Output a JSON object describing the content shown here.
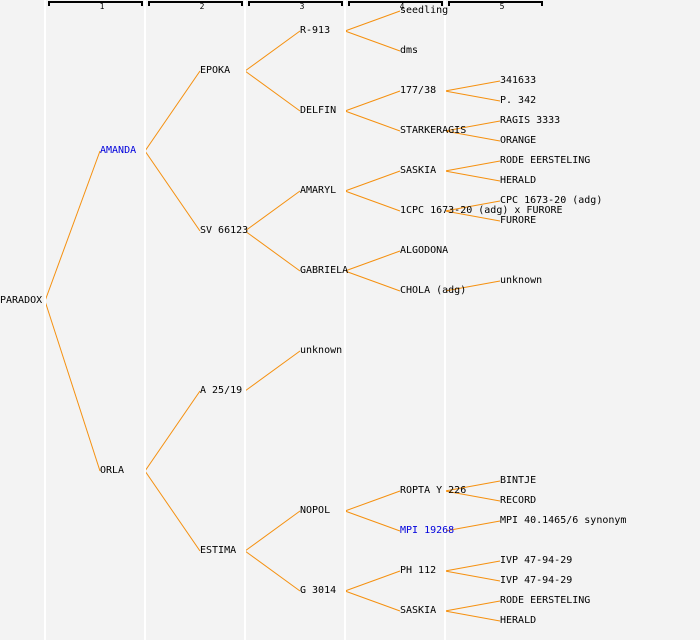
{
  "generation_headers": [
    "1",
    "2",
    "3",
    "4",
    "5"
  ],
  "line_color": "#f5900f",
  "link_color": "#0000dd",
  "root": {
    "name": "PARADOX",
    "row": 30,
    "children": [
      {
        "name": "AMANDA",
        "row": 15,
        "link": true,
        "children": [
          {
            "name": "EPOKA",
            "row": 7,
            "children": [
              {
                "name": "R-913",
                "row": 3,
                "children": [
                  {
                    "name": "seedling",
                    "row": 1
                  },
                  {
                    "name": "dms",
                    "row": 5
                  }
                ]
              },
              {
                "name": "DELFIN",
                "row": 11,
                "children": [
                  {
                    "name": "177/38",
                    "row": 9,
                    "children": [
                      {
                        "name": "341633",
                        "row": 8
                      },
                      {
                        "name": "P. 342",
                        "row": 10
                      }
                    ]
                  },
                  {
                    "name": "STARKERAGIS",
                    "row": 13,
                    "children": [
                      {
                        "name": "RAGIS 3333",
                        "row": 12
                      },
                      {
                        "name": "ORANGE",
                        "row": 14
                      }
                    ]
                  }
                ]
              }
            ]
          },
          {
            "name": "SV 66123",
            "row": 23,
            "children": [
              {
                "name": "AMARYL",
                "row": 19,
                "children": [
                  {
                    "name": "SASKIA",
                    "row": 17,
                    "children": [
                      {
                        "name": "RODE EERSTELING",
                        "row": 16
                      },
                      {
                        "name": "HERALD",
                        "row": 18
                      }
                    ]
                  },
                  {
                    "name": "1CPC 1673-20 (adg) x FURORE",
                    "row": 21,
                    "children": [
                      {
                        "name": "CPC 1673-20 (adg)",
                        "row": 20
                      },
                      {
                        "name": "FURORE",
                        "row": 22
                      }
                    ]
                  }
                ]
              },
              {
                "name": "GABRIELA",
                "row": 27,
                "children": [
                  {
                    "name": "ALGODONA",
                    "row": 25
                  },
                  {
                    "name": "CHOLA (adg)",
                    "row": 29,
                    "children": [
                      {
                        "name": "unknown",
                        "row": 28
                      }
                    ]
                  }
                ]
              }
            ]
          }
        ]
      },
      {
        "name": "ORLA",
        "row": 47,
        "children": [
          {
            "name": "A 25/19",
            "row": 39,
            "children": [
              {
                "name": "unknown",
                "row": 35
              }
            ]
          },
          {
            "name": "ESTIMA",
            "row": 55,
            "children": [
              {
                "name": "NOPOL",
                "row": 51,
                "children": [
                  {
                    "name": "ROPTA Y 226",
                    "row": 49,
                    "children": [
                      {
                        "name": "BINTJE",
                        "row": 48
                      },
                      {
                        "name": "RECORD",
                        "row": 50
                      }
                    ]
                  },
                  {
                    "name": "MPI 19268",
                    "row": 53,
                    "link": true,
                    "children": [
                      {
                        "name": "MPI 40.1465/6 synonym",
                        "row": 52
                      }
                    ]
                  }
                ]
              },
              {
                "name": "G 3014",
                "row": 59,
                "children": [
                  {
                    "name": "PH 112",
                    "row": 57,
                    "children": [
                      {
                        "name": "IVP 47-94-29",
                        "row": 56
                      },
                      {
                        "name": "IVP 47-94-29",
                        "row": 58
                      }
                    ]
                  },
                  {
                    "name": "SASKIA",
                    "row": 61,
                    "children": [
                      {
                        "name": "RODE EERSTELING",
                        "row": 60
                      },
                      {
                        "name": "HERALD",
                        "row": 62
                      }
                    ]
                  }
                ]
              }
            ]
          }
        ]
      }
    ]
  }
}
